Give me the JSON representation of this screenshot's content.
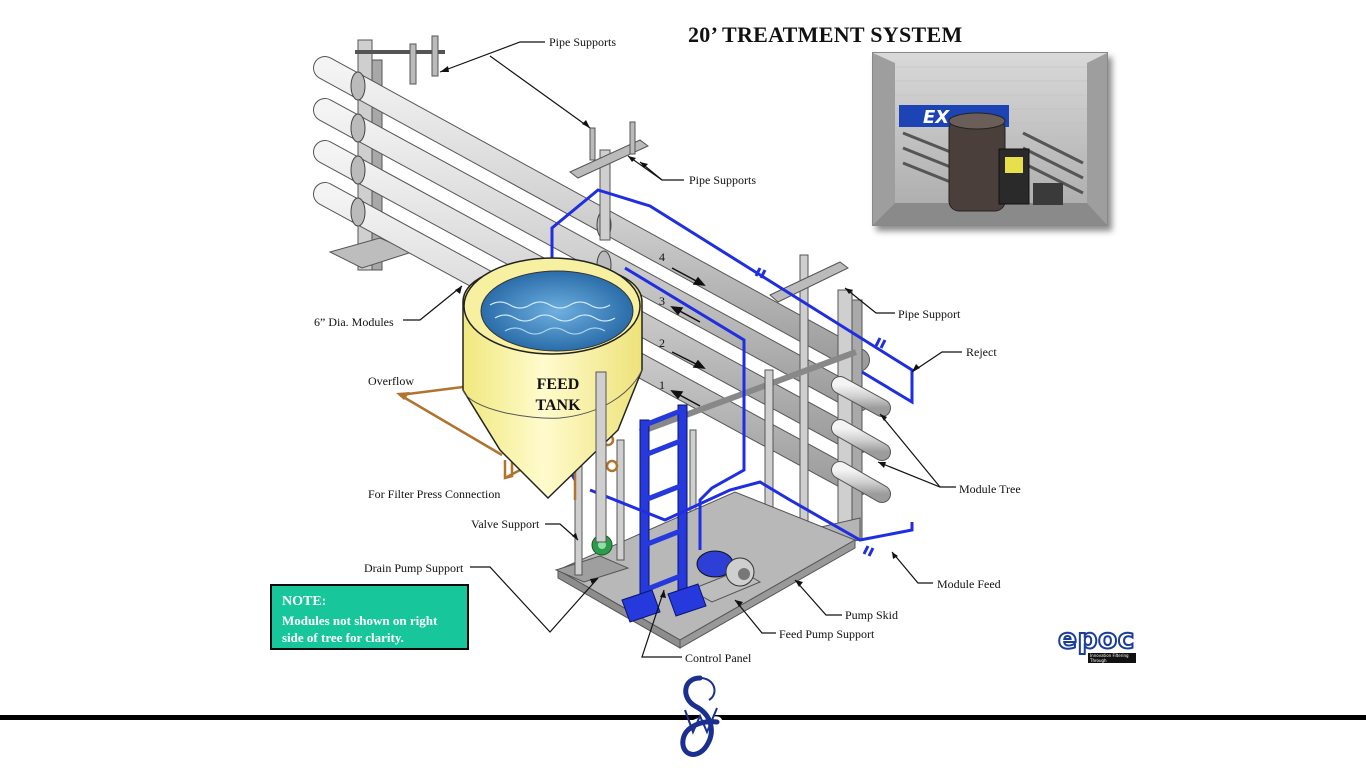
{
  "title": "20’ TREATMENT SYSTEM",
  "labels": {
    "pipe_supports_top": "Pipe Supports",
    "pipe_supports_mid": "Pipe Supports",
    "pipe_support_right": "Pipe Support",
    "modules": "6” Dia. Modules",
    "reject": "Reject",
    "overflow": "Overflow",
    "module_tree": "Module Tree",
    "filter_press": "For Filter Press Connection",
    "valve_support": "Valve Support",
    "module_feed": "Module Feed",
    "drain_pump_support": "Drain Pump Support",
    "pump_skid": "Pump Skid",
    "feed_pump_support": "Feed Pump Support",
    "control_panel": "Control Panel"
  },
  "tank": {
    "line1": "FEED",
    "line2": "TANK"
  },
  "module_numbers": [
    "4",
    "3",
    "2",
    "1"
  ],
  "note": {
    "heading": "NOTE:",
    "body": "Modules not shown on right side of tree for clarity."
  },
  "photo_sign_text": "EX",
  "logo": {
    "brand": "epoc",
    "tagline": "Innovation Filtering Through"
  },
  "colors": {
    "pipe_blue": "#1f2ee0",
    "overflow_brown": "#b0742e",
    "tank_yellow": "#fbf5a8",
    "note_green": "#17c69a",
    "module_gray": "#d6d6d6"
  }
}
